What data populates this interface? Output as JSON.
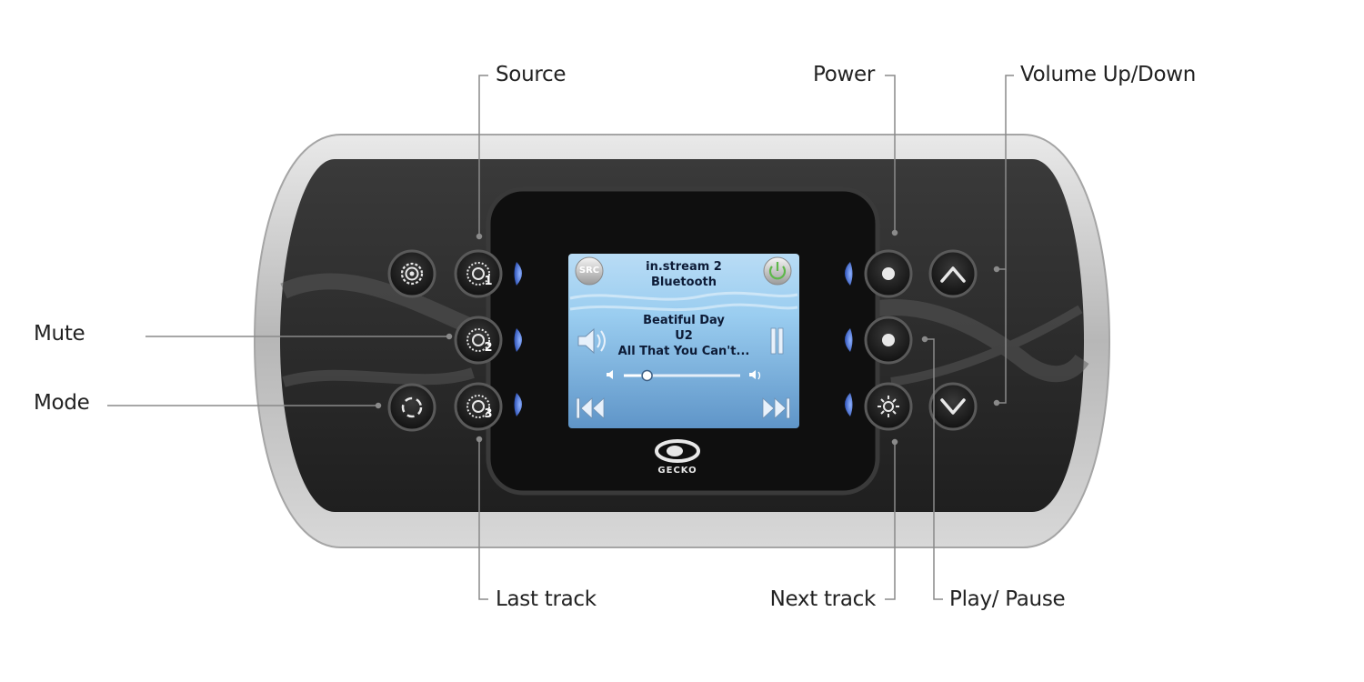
{
  "callouts": {
    "source": "Source",
    "power": "Power",
    "volume": "Volume Up/Down",
    "mute": "Mute",
    "mode": "Mode",
    "last_track": "Last track",
    "next_track": "Next track",
    "play_pause": "Play/ Pause"
  },
  "screen": {
    "src_button": "SRC",
    "title": "in.stream 2",
    "source_name": "Bluetooth",
    "track": "Beatiful Day",
    "artist": "U2",
    "album": "All That You Can't...",
    "volume_level": 0.2
  },
  "buttons": {
    "source_digit_1": "1",
    "source_digit_2": "2",
    "source_digit_3": "3"
  },
  "brand": {
    "name": "GECKO"
  },
  "colors": {
    "bezel": "#c9c9c9",
    "panel": "#2e2e2e",
    "screen_bg": "#8fc3e8",
    "accent_blue": "#3f6fcf",
    "power_green": "#5db84a"
  },
  "icons": {
    "settings": "gear-icon",
    "mode": "cycle-icon",
    "power": "power-icon",
    "speaker": "speaker-icon",
    "pause": "pause-icon",
    "previous": "previous-track-icon",
    "next": "next-track-icon",
    "light": "light-icon",
    "up": "chevron-up-icon",
    "down": "chevron-down-icon"
  }
}
